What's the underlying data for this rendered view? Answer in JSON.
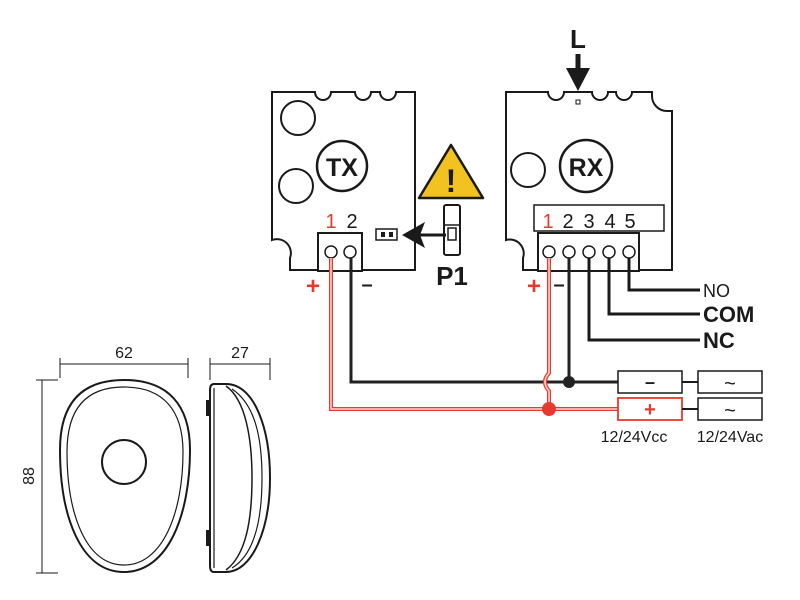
{
  "colors": {
    "wire_black": "#222222",
    "wire_red": "#e8392e",
    "wire_red_outline": "#f2a59e",
    "warning_fill": "#f2c320",
    "outline": "#1a1a1a"
  },
  "transmitter": {
    "label": "TX",
    "terminals": [
      "1",
      "2"
    ],
    "positive_symbol": "+",
    "negative_symbol": "–"
  },
  "receiver": {
    "label": "RX",
    "terminals": [
      "1",
      "2",
      "3",
      "4",
      "5"
    ],
    "positive_symbol": "+",
    "negative_symbol": "–",
    "arrow_label": "L"
  },
  "jumper": {
    "label": "P1",
    "warning_symbol": "!"
  },
  "relay_outputs": {
    "no": "NO",
    "com": "COM",
    "nc": "NC"
  },
  "power_supply": {
    "dc_negative": "–",
    "dc_positive": "+",
    "ac_symbol_1": "~",
    "ac_symbol_2": "~",
    "dc_label": "12/24Vcc",
    "ac_label": "12/24Vac"
  },
  "dimensions": {
    "width": "62",
    "depth": "27",
    "height": "88"
  }
}
